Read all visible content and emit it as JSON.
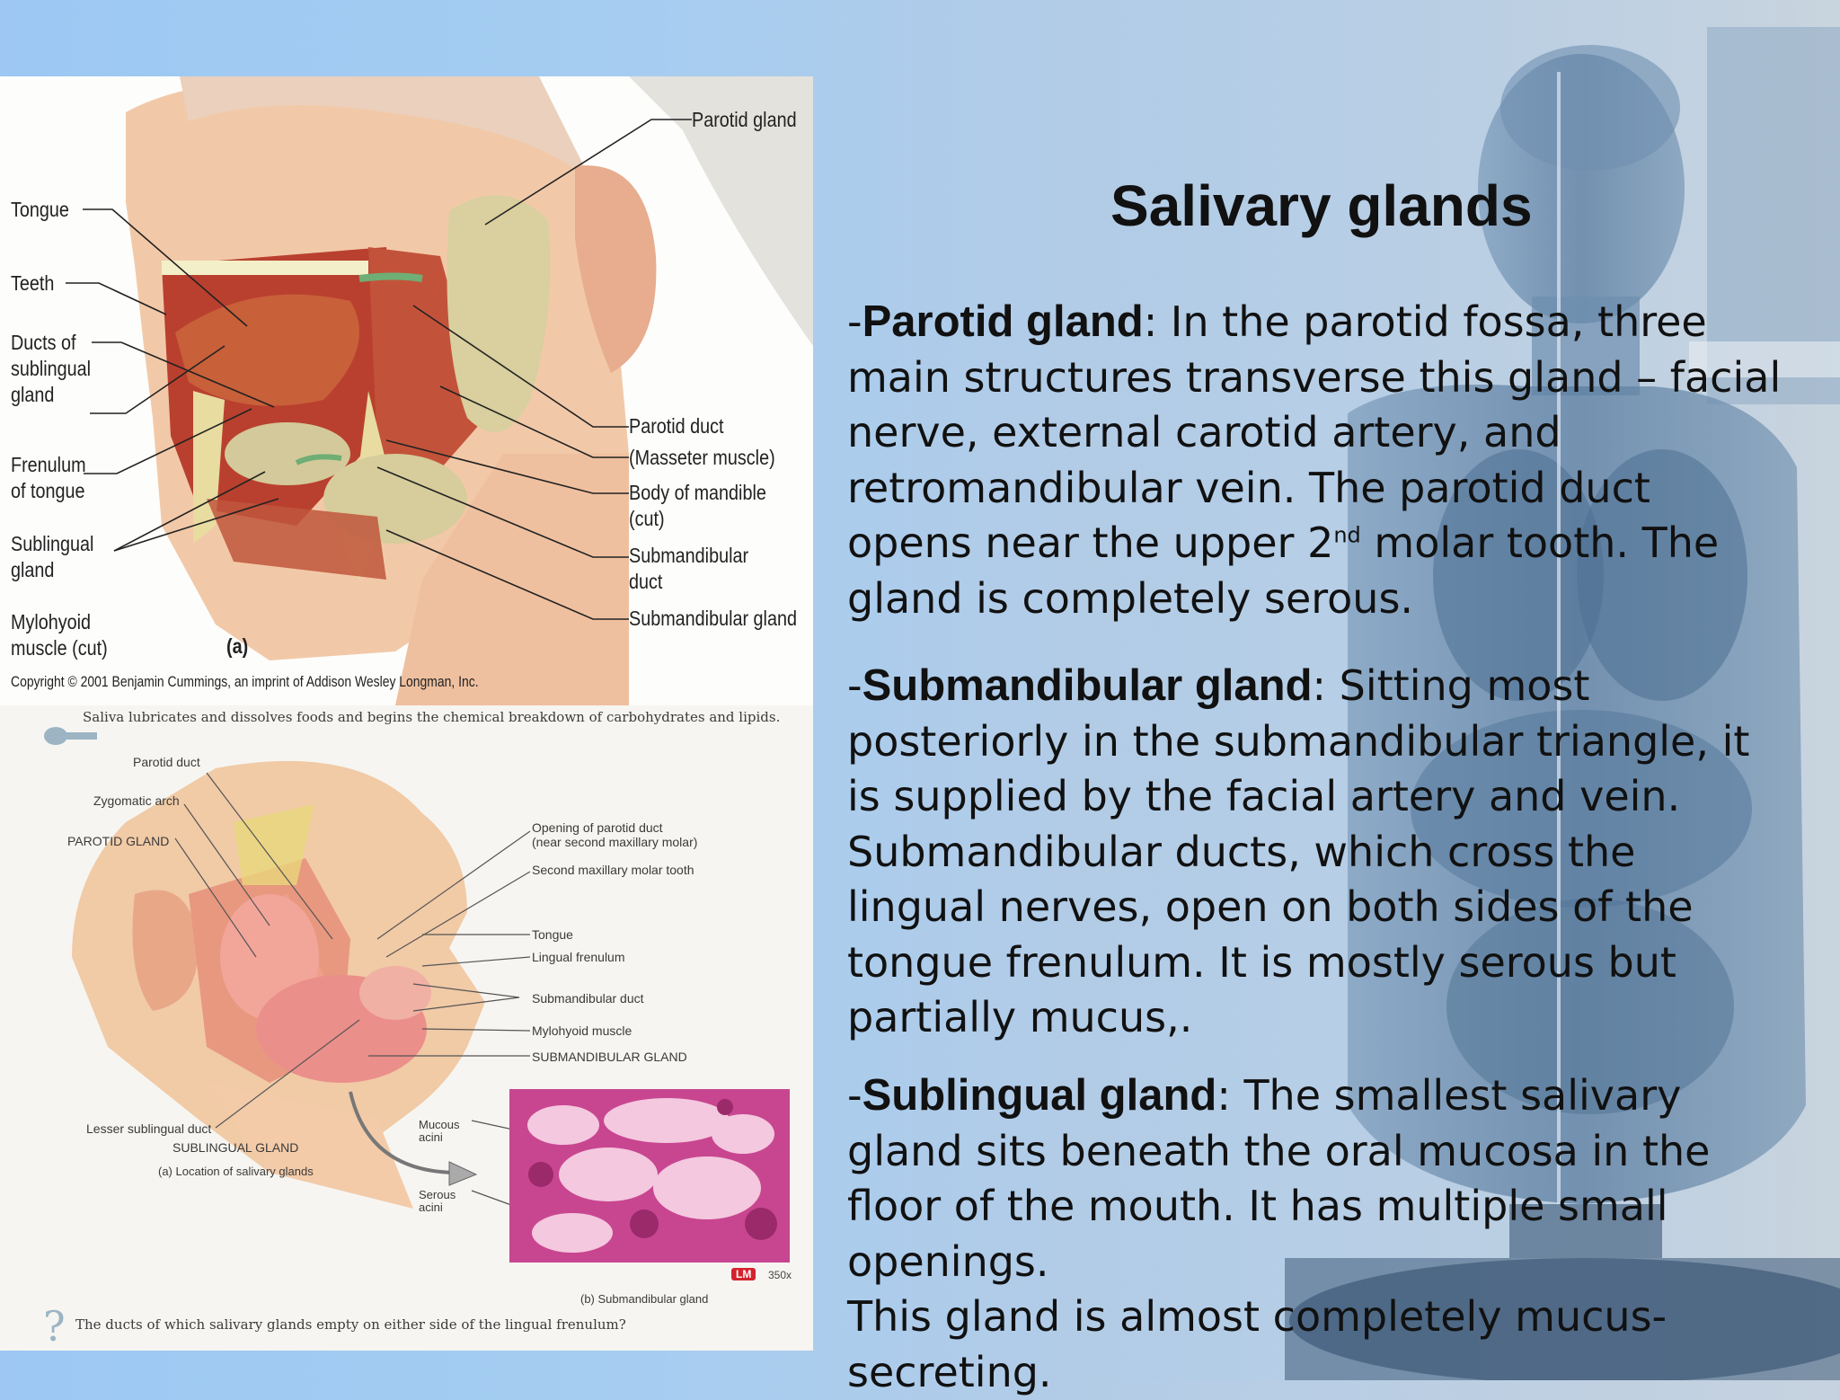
{
  "slide": {
    "title": "Salivary glands",
    "paragraphs": {
      "parotid": {
        "dash": "-",
        "term": "Parotid gland",
        "colon": ":",
        "text_a": " In the parotid fossa, three main  structures transverse this gland – facial nerve,  external carotid artery, and retromandibular  vein. The parotid duct opens near the upper 2",
        "sup": "nd",
        "text_b": " molar tooth. The gland is completely serous."
      },
      "submandibular": {
        "dash": "-",
        "term": "Submandibular gland",
        "colon": ":",
        "text": " Sitting most posteriorly in the submandibular triangle, it is  supplied by the facial artery and vein. Submandibular ducts, which cross the lingual  nerves, open on both sides of the tongue  frenulum. It is mostly serous but partially  mucus,."
      },
      "sublingual": {
        "dash": "-",
        "term": "Sublingual gland",
        "colon": ":",
        "text": " The smallest salivary gland sits beneath the oral mucosa in the floor  of the mouth. It has multiple small openings.",
        "line2": "This gland is almost completely mucus-  secreting."
      }
    }
  },
  "figure_a": {
    "labels": {
      "tongue": "Tongue",
      "teeth": "Teeth",
      "ducts_sublingual": [
        "Ducts of",
        "sublingual",
        "gland"
      ],
      "frenulum": [
        "Frenulum",
        "of tongue"
      ],
      "sublingual": [
        "Sublingual",
        "gland"
      ],
      "mylohyoid": [
        "Mylohyoid",
        "muscle (cut)"
      ],
      "panel_letter": "(a)",
      "parotid_gland": "Parotid gland",
      "parotid_duct": "Parotid duct",
      "masseter": "(Masseter muscle)",
      "mandible": [
        "Body of mandible",
        "(cut)"
      ],
      "submandibular_duct": [
        "Submandibular",
        "duct"
      ],
      "submandibular_gland": "Submandibular gland"
    },
    "copyright": "Copyright © 2001 Benjamin Cummings, an imprint of Addison Wesley Longman, Inc."
  },
  "figure_b": {
    "caption_top": "Saliva lubricates and dissolves foods and begins the chemical breakdown of carbohydrates and lipids.",
    "labels": {
      "parotid_duct": "Parotid duct",
      "zygomatic_arch": "Zygomatic arch",
      "parotid_gland": "PAROTID GLAND",
      "opening_parotid": [
        "Opening of parotid duct",
        "(near second maxillary molar)"
      ],
      "second_molar": "Second maxillary molar tooth",
      "tongue": "Tongue",
      "lingual_frenulum": "Lingual frenulum",
      "submandibular_duct": "Submandibular duct",
      "mylohyoid": "Mylohyoid muscle",
      "submandibular_gland": "SUBMANDIBULAR GLAND",
      "lesser_sublingual": "Lesser sublingual duct",
      "sublingual_gland": "SUBLINGUAL GLAND",
      "location": "(a) Location of salivary glands",
      "mucous": [
        "Mucous",
        "acini"
      ],
      "serous": [
        "Serous",
        "acini"
      ],
      "lm_badge": "LM",
      "magnification": "350x",
      "sub_caption": "(b) Submandibular gland"
    },
    "question": "The ducts of which salivary glands empty on either side of the lingual frenulum?"
  },
  "colors": {
    "background": "#a6cdf1",
    "text": "#111111",
    "tissue_pink": "#d9468e",
    "gland_tan": "#d8cfa2",
    "muscle_red": "#c4573a"
  }
}
